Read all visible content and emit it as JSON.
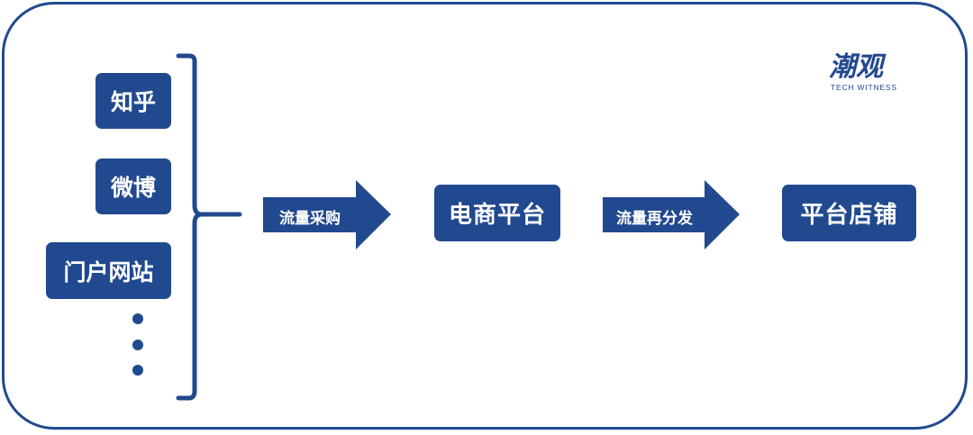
{
  "sources": {
    "zhihu": "知乎",
    "weibo": "微博",
    "portal": "门户网站"
  },
  "arrows": {
    "purchase": "流量采购",
    "redistribute": "流量再分发"
  },
  "nodes": {
    "ecommerce": "电商平台",
    "store": "平台店铺"
  },
  "logo": {
    "chinese": "潮观",
    "english": "TECH WITNESS"
  },
  "colors": {
    "primary": "#21498f",
    "text": "#ffffff",
    "background": "#ffffff"
  }
}
